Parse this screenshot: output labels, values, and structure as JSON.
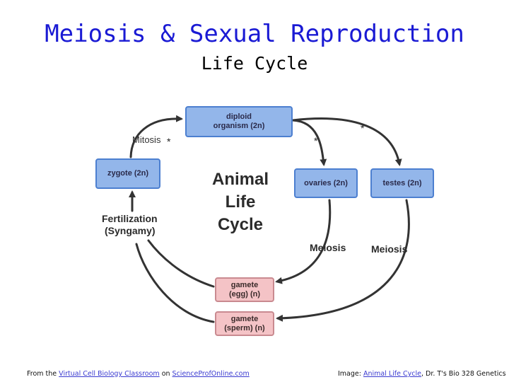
{
  "title": "Meiosis & Sexual Reproduction",
  "subtitle": "Life Cycle",
  "diagram": {
    "center_title_line1": "Animal",
    "center_title_line2": "Life",
    "center_title_line3": "Cycle",
    "nodes": {
      "diploid": "diploid\norganism (2n)",
      "zygote": "zygote (2n)",
      "ovaries": "ovaries (2n)",
      "testes": "testes (2n)",
      "egg": "gamete\n(egg) (n)",
      "sperm": "gamete\n(sperm) (n)"
    },
    "labels": {
      "mitosis": "Mitosis",
      "fertilization_line1": "Fertilization",
      "fertilization_line2": "(Syngamy)",
      "meiosis_left": "Meiosis",
      "meiosis_right": "Meiosis",
      "star": "*"
    }
  },
  "footer": {
    "left_prefix": "From the ",
    "left_link1": "Virtual Cell Biology Classroom",
    "left_mid": " on ",
    "left_link2": "ScienceProfOnline.com",
    "right_prefix": "Image: ",
    "right_link": "Animal Life Cycle",
    "right_suffix": ", Dr. T's Bio 328 Genetics"
  }
}
